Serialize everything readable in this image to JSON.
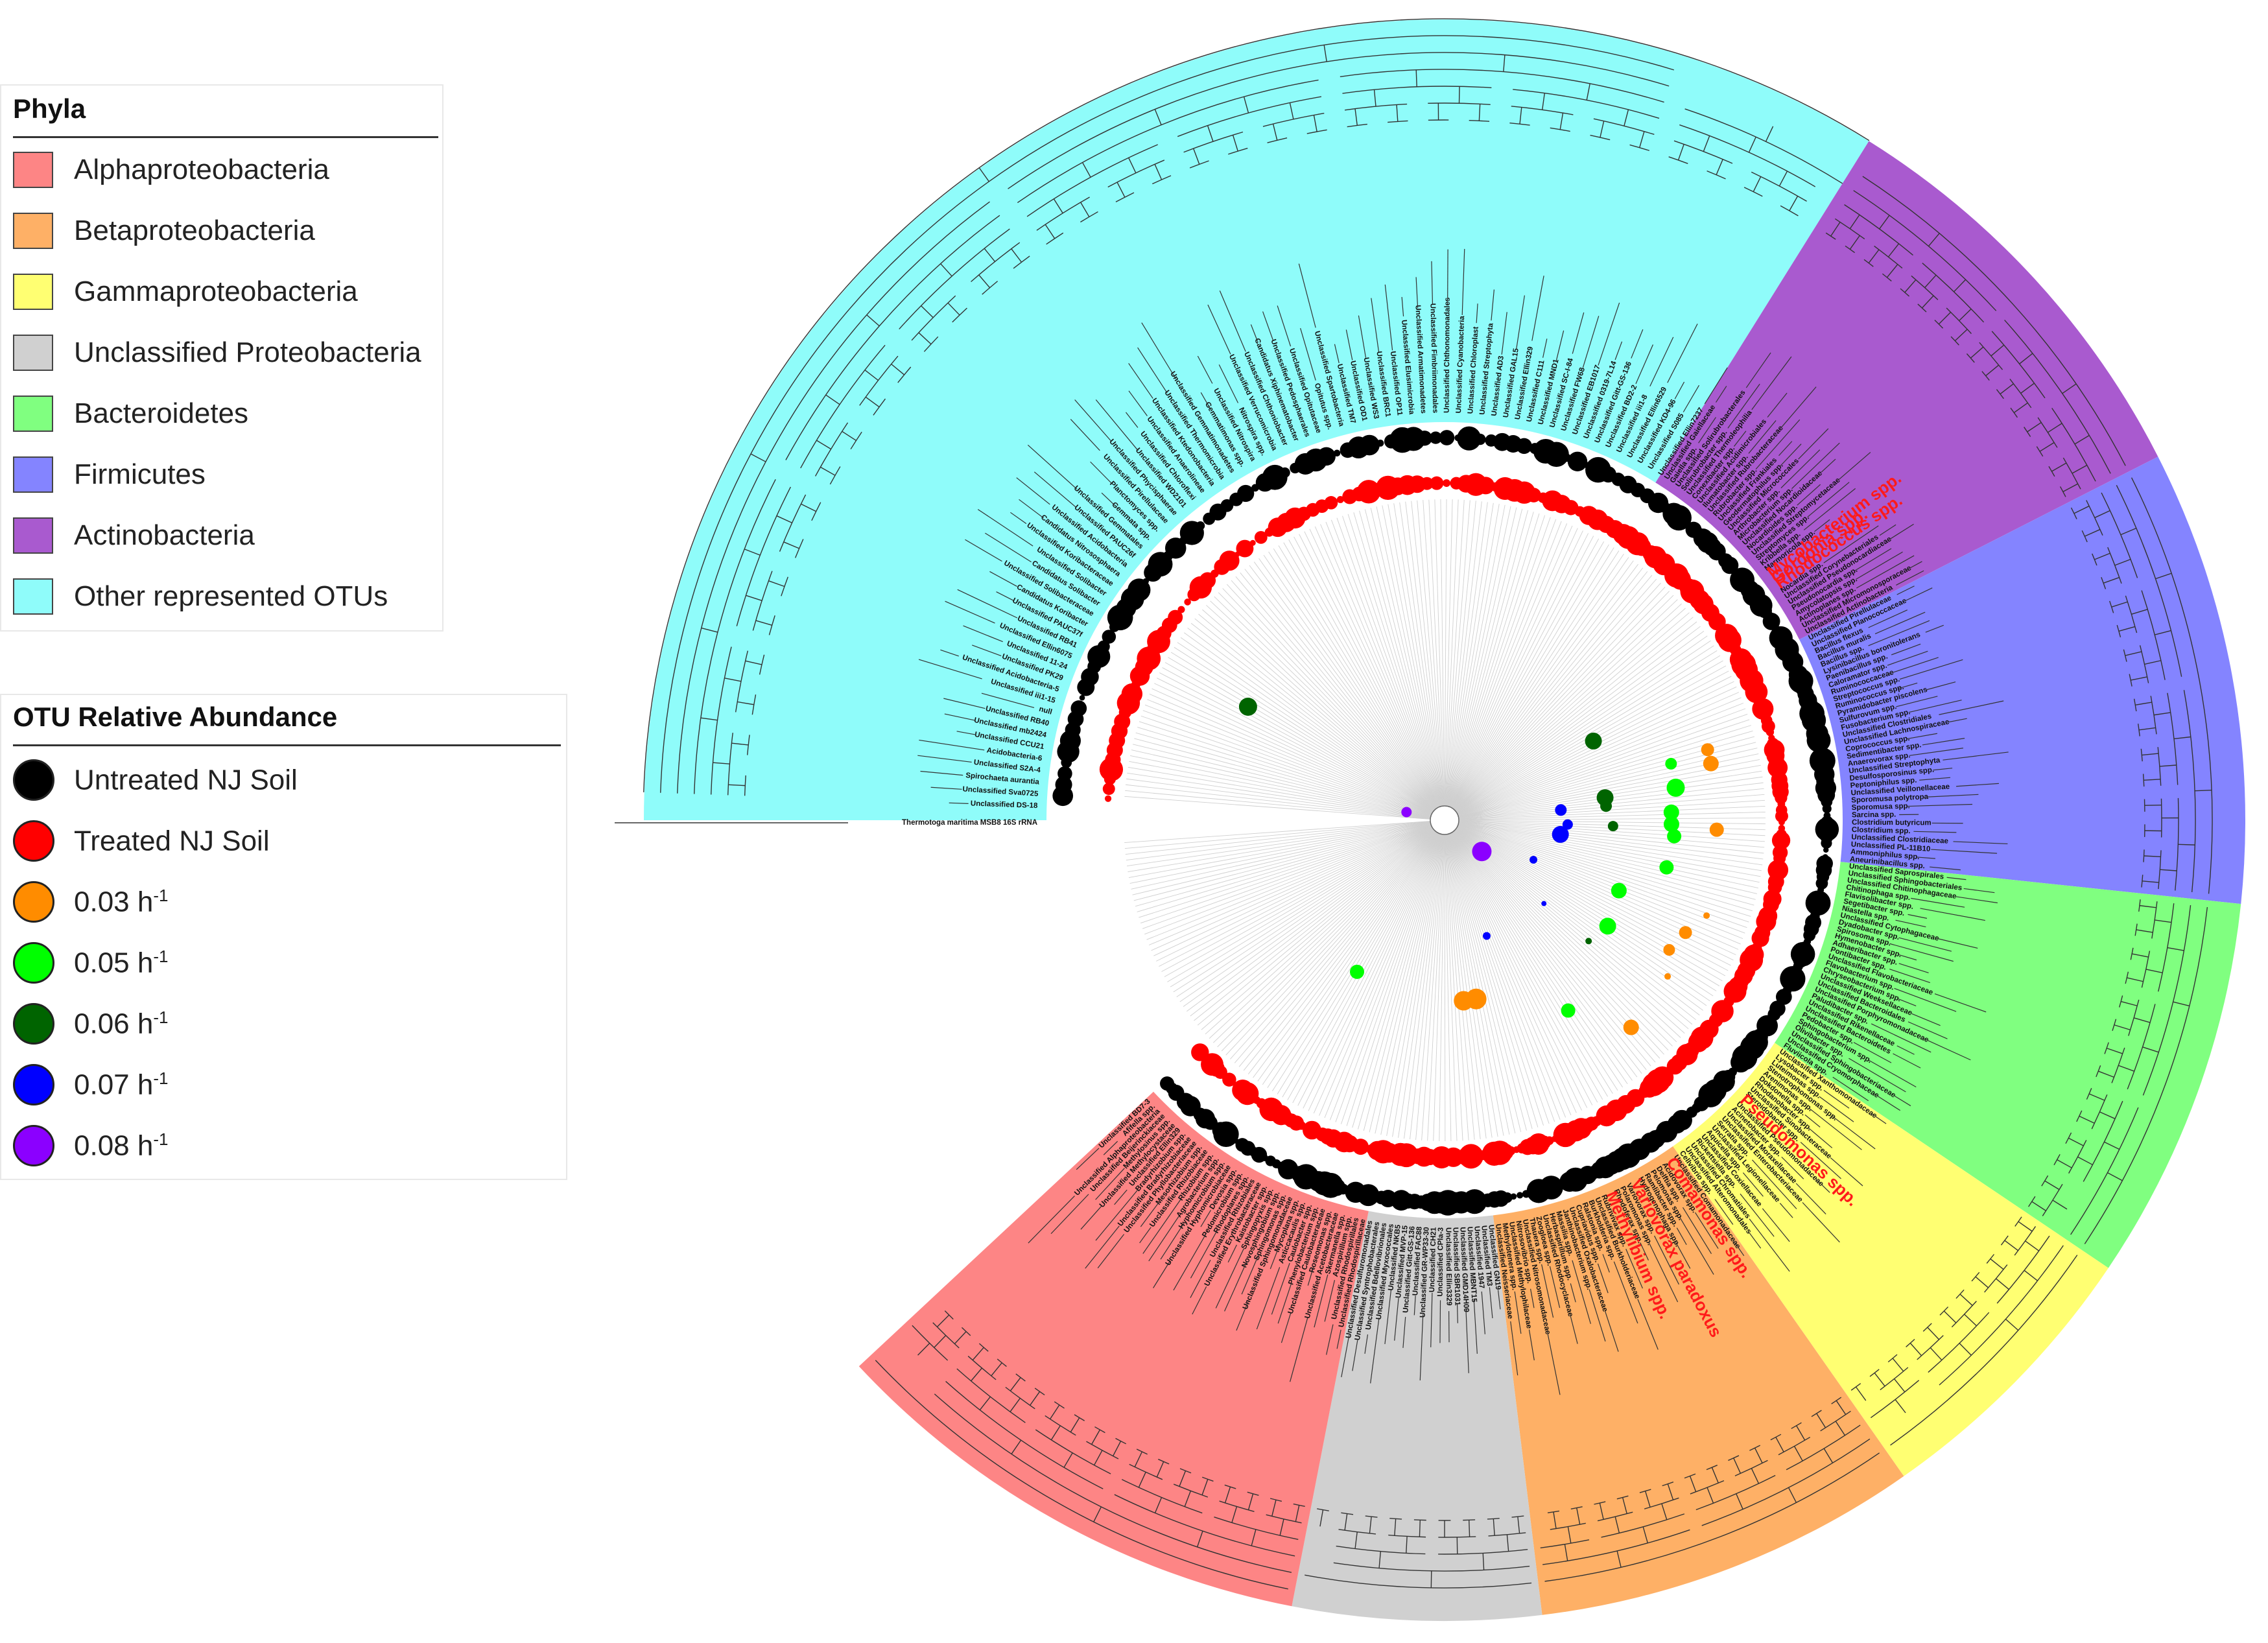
{
  "legend_phyla": {
    "title": "Phyla",
    "items": [
      {
        "label": "Alphaproteobacteria",
        "color": "#fd8585"
      },
      {
        "label": "Betaproteobacteria",
        "color": "#feb066"
      },
      {
        "label": "Gammaproteobacteria",
        "color": "#ffff72"
      },
      {
        "label": "Unclassified Proteobacteria",
        "color": "#d0d0d0"
      },
      {
        "label": "Bacteroidetes",
        "color": "#80ff80"
      },
      {
        "label": "Firmicutes",
        "color": "#8484ff"
      },
      {
        "label": "Actinobacteria",
        "color": "#a95acf"
      },
      {
        "label": "Other represented OTUs",
        "color": "#8ffcfa"
      }
    ]
  },
  "legend_abundance": {
    "title": "OTU Relative Abundance",
    "items": [
      {
        "label": "Untreated NJ Soil",
        "sup": "",
        "color": "#000000"
      },
      {
        "label": "Treated NJ Soil",
        "sup": "",
        "color": "#ff0000"
      },
      {
        "label": "0.03 h",
        "sup": "-1",
        "color": "#ff8c00"
      },
      {
        "label": "0.05 h",
        "sup": "-1",
        "color": "#00ff00"
      },
      {
        "label": "0.06 h",
        "sup": "-1",
        "color": "#006400"
      },
      {
        "label": "0.07 h",
        "sup": "-1",
        "color": "#0000ff"
      },
      {
        "label": "0.08 h",
        "sup": "-1",
        "color": "#8b00ff"
      }
    ]
  },
  "highlighted_taxa": [
    "Rhodococcus spp.",
    "Gordonia spp.",
    "Mycobacterium spp.",
    "Pseudomonas spp.",
    "Methylibium spp.",
    "Variovorax paradoxus",
    "Comamonas spp."
  ],
  "outgroup_label": "Thermotoga maritima MSB8 16S rRNA",
  "leaves": {
    "other": [
      "Unclassified DS-18",
      "Unclassified Sva0725",
      "Spirochaeta aurantia",
      "Unclassified S2A-4",
      "Acidobacteria-6",
      "Unclassified CCU21",
      "Unclassified mb2424",
      "Unclassified RB40",
      "null",
      "Unclassified iii1-15",
      "Unclassified Acidobacteria-5",
      "Unclassified PK29",
      "Unclassified 11-24",
      "Unclassified Ellin6075",
      "Unclassified RB41",
      "Unclassified PAUC37f",
      "Candidatus Koribacter",
      "Unclassified Solibacteraceae",
      "Candidatus Solibacter",
      "Unclassified Solibacter",
      "Unclassified Koribacteraceae",
      "Candidatus Nitrososphaera",
      "Unclassified Acidobacteria",
      "Unclassified PAUC26f",
      "Unclassified Gemmatales",
      "Gemmata spp.",
      "Planctomyces spp.",
      "Unclassified Pirellulaceae",
      "Unclassified Phycisphaerae",
      "Unclassified WD2101",
      "Unclassified Chloroflexi",
      "Unclassified Anaerolineae",
      "Unclassified Ktedonobacteria",
      "Unclassified Thermomicrobia",
      "Unclassified Gemmatimonadetes",
      "Gemmatimonas spp.",
      "Unclassified Nitrospira",
      "Nitrospira spp.",
      "Unclassified Verrucomicrobia",
      "Unclassified Chthoniobacter",
      "Candidatus Xiphinematobacter",
      "Unclassified Pedosphaerales",
      "Unclassified Opitutaceae",
      "Opitutus spp.",
      "Unclassified Spartobacteria",
      "Unclassified TM7",
      "Unclassified OD1",
      "Unclassified WS3",
      "Unclassified BRC1",
      "Unclassified OP11",
      "Unclassified Elusimicrobia",
      "Unclassified Armatimonadetes",
      "Unclassified Fimbriimonadales",
      "Unclassified Chthonomonadales",
      "Unclassified Cyanobacteria",
      "Unclassified Chloroplast",
      "Unclassified Streptophyta",
      "Unclassified AD3",
      "Unclassified GAL15",
      "Unclassified Ellin329",
      "Unclassified C111",
      "Unclassified MND1",
      "Unclassified SC-I-84",
      "Unclassified FW68",
      "Unclassified EB1017",
      "Unclassified 0319-7L14",
      "Unclassified Gitt-GS-136",
      "Unclassified BD2-2",
      "Unclassified iii1-8",
      "Unclassified Ellin6529",
      "Unclassified KD4-96",
      "Unclassified S085",
      "Unclassified Ellin7237"
    ],
    "actino": [
      "Unclassified Gaiellaceae",
      "Gaiella spp.",
      "Unclassified Solirubrobacterales",
      "Solirubrobacter spp.",
      "Unclassified Thermoleophilia",
      "Conexibacter spp.",
      "Unclassified Acidimicrobiales",
      "Ilumatobacter spp.",
      "Unclassified Rubrobacteraceae",
      "Rubrobacter spp.",
      "Unclassified Frankiales",
      "Geodermatophilus spp.",
      "Unclassified Micrococcales",
      "Arthrobacter spp.",
      "Microbacterium spp.",
      "Unclassified Nocardioidaceae",
      "Nocardioides spp.",
      "Unclassified Streptomycetaceae",
      "Streptomyces spp.",
      "Kribbella spp.",
      "Marmoricola spp.",
      "Mycobacterium spp.",
      "Gordonia spp.",
      "Rhodococcus spp.",
      "Nocardia spp.",
      "Unclassified Corynebacteriales",
      "Unclassified Pseudonocardiaceae",
      "Pseudonocardia spp.",
      "Amycolatopsis spp.",
      "Actinoplanes spp.",
      "Unclassified Micromonosporaceae",
      "Unclassified Actinobacteria"
    ],
    "firmi": [
      "Unclassified Pirellulaceae",
      "Unclassified Planococcaceae",
      "Bacillus flexus",
      "Bacillus muralis",
      "Bacillus spp.",
      "Lysinibacillus boronitolerans",
      "Paenibacillus spp.",
      "Caloramator spp.",
      "Ruminococcaceae",
      "Streptococcus spp.",
      "Ruminococcus spp.",
      "Pyramidobacter piscolens",
      "Sulfurovum spp.",
      "Fusobacterium spp.",
      "Unclassified Clostridiales",
      "Unclassified Lachnospiraceae",
      "Coprococcus spp.",
      "Sedimentibacter spp.",
      "Anaerovorax spp.",
      "Unclassified Streptophyta",
      "Desulfosporosinus spp.",
      "Peptoniphilus spp.",
      "Unclassified Veillonellaceae",
      "Sporomusa polytropa",
      "Sporomusa spp.",
      "Sarcina spp.",
      "Clostridium butyricum",
      "Clostridium spp.",
      "Unclassified Clostridiaceae",
      "Unclassified PL-11B10",
      "Ammoniphilus spp.",
      "Aneurinibacillus spp."
    ],
    "bacte": [
      "Unclassified Saprospirales",
      "Unclassified Sphingobacteriales",
      "Unclassified Chitinophagaceae",
      "Chitinophaga spp.",
      "Flavisolibacter spp.",
      "Segetibacter spp.",
      "Niastella spp.",
      "Unclassified Cytophagaceae",
      "Dyadobacter spp.",
      "Spirosoma spp.",
      "Hymenobacter spp.",
      "Adhaeribacter spp.",
      "Pontibacter spp.",
      "Unclassified Flavobacteriaceae",
      "Flavobacterium spp.",
      "Chryseobacterium spp.",
      "Unclassified Weeksellaceae",
      "Unclassified Bacteroidales",
      "Unclassified Porphyromonadaceae",
      "Paludibacter spp.",
      "Unclassified Rikenellaceae",
      "Unclassified Bacteroidetes",
      "Pedobacter spp.",
      "Sphingobacterium spp.",
      "Olivibacter spp.",
      "Unclassified Sphingobacteriaceae",
      "Unclassified Cryomorphaceae",
      "Fluviicola spp."
    ],
    "gamma": [
      "Unclassified Xanthomonadaceae",
      "Lysobacter spp.",
      "Luteimonas spp.",
      "Stenotrophomonas spp.",
      "Arenimonas spp.",
      "Dokdonella spp.",
      "Rhodanobacter spp.",
      "Unclassified Sinobacteraceae",
      "Steroidobacter spp.",
      "Pseudomonas spp.",
      "Unclassified Pseudomonadaceae",
      "Acinetobacter spp.",
      "Unclassified Moraxellaceae",
      "Unclassified Enterobacteriaceae",
      "Serratia spp.",
      "Unclassified Legionellaceae",
      "Aquicella spp.",
      "Unclassified Coxiellaceae",
      "Rickettsiella spp.",
      "Unclassified Chromatiales",
      "Unclassified Alteromonadales",
      "Cellvibrio spp."
    ],
    "beta": [
      "Unclassified Comamonadaceae",
      "Comamonas spp.",
      "Acidovorax spp.",
      "Delftia spp.",
      "Pelomonas spp.",
      "Ramlibacter spp.",
      "Hydrogenophaga spp.",
      "Variovorax paradoxus",
      "Variovorax spp.",
      "Polaromonas spp.",
      "Rhodoferax spp.",
      "Methylibium spp.",
      "Rubrivivax spp.",
      "Unclassified Burkholderiaceae",
      "Burkholderia spp.",
      "Ralstonia spp.",
      "Cupriavidus spp.",
      "Unclassified Oxalobacteraceae",
      "Janthinobacterium spp.",
      "Massilia spp.",
      "Herbaspirillum spp.",
      "Unclassified Rhodocyclaceae",
      "Zoogloea spp.",
      "Thauera spp.",
      "Unclassified Nitrosomonadaceae",
      "Nitrosovibrio spp.",
      "Unclassified Methylophilaceae",
      "Methylotenera spp.",
      "Unclassified Neisseriaceae"
    ],
    "unpro": [
      "Unclassified GN19",
      "Unclassified TM3",
      "Unclassified 1947",
      "Unclassified MBNT15",
      "Unclassified GMD14H09",
      "Unclassified SBR1031",
      "Unclassified Ellin3329",
      "Unclassified CPla-3",
      "Unclassified CH21",
      "Unclassified GR-WP33-30",
      "Unclassified FAC88",
      "Unclassified Gitt-GS-136",
      "Unclassified MVP-15",
      "Unclassified NKB5",
      "Unclassified Myxococcales",
      "Unclassified Bdellovibrionales",
      "Unclassified Syntrophobacterales",
      "Unclassified Desulfuromonadales"
    ],
    "alpha": [
      "Unclassified Rhodospirillaceae",
      "Unclassified Rhodospirillales",
      "Azospirillum spp.",
      "Skermanella spp.",
      "Unclassified Acetobacteraceae",
      "Roseomonas spp.",
      "Unclassified Caulobacteraceae",
      "Phenylobacterium spp.",
      "Caulobacter spp.",
      "Asticcacaulis spp.",
      "Mycoplana spp.",
      "Unclassified Sphingomonadaceae",
      "Sphingomonas spp.",
      "Novosphingobium spp.",
      "Sphingopyxis spp.",
      "Kaistobacter spp.",
      "Unclassified Erythrobacteraceae",
      "Unclassified Rhizobiales",
      "Rhodoplanes spp.",
      "Pedomicrobium spp.",
      "Devosia spp.",
      "Unclassified Hyphomicrobiaceae",
      "Hyphomicrobium spp.",
      "Agrobacterium spp.",
      "Rhizobium spp.",
      "Unclassified Rhizobiaceae",
      "Mesorhizobium spp.",
      "Unclassified Phyllobacteriaceae",
      "Unclassified Bradyrhizobiaceae",
      "Bradyrhizobium spp.",
      "Unclassified Ellin329",
      "Unclassified Methylocystaceae",
      "Methylosinus spp.",
      "Unclassified Beijerinckiaceae",
      "Unclassified Alphaproteobacteria",
      "Afifella spp.",
      "Unclassified BD7-3"
    ]
  }
}
